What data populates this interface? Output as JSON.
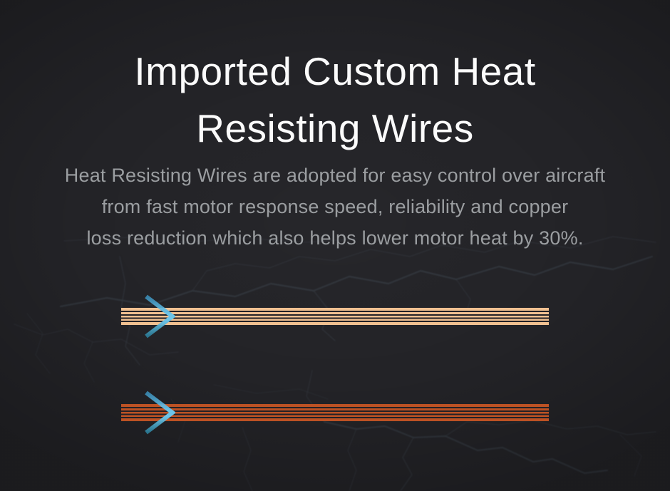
{
  "section": {
    "title_line1": "Imported Custom Heat",
    "title_line2": "Resisting Wires",
    "description_line1": "Heat Resisting Wires are adopted for easy control over aircraft",
    "description_line2": "from fast motor response speed, reliability and copper",
    "description_line3": "loss reduction which also helps lower motor heat by 30%."
  },
  "wires": [
    {
      "name": "heat-resisting-wire-light",
      "stripe_color": "#f1c191"
    },
    {
      "name": "heat-resisting-wire-copper",
      "stripe_color": "#bd5224"
    }
  ],
  "icons": [
    {
      "name": "chevron-right-icon",
      "meaning": "current flow direction"
    }
  ],
  "colors": {
    "bg": "#232327",
    "gap": "#232126",
    "heading": "#fbfbfb",
    "body": "#9b9ea1",
    "wire-light": "#f1c191",
    "wire-copper": "#bd5224",
    "chev-top": "#3e9ecf",
    "chev-mid": "#6cc4e8",
    "chev-bot": "#2c89a8",
    "lightning": "#51606e"
  }
}
